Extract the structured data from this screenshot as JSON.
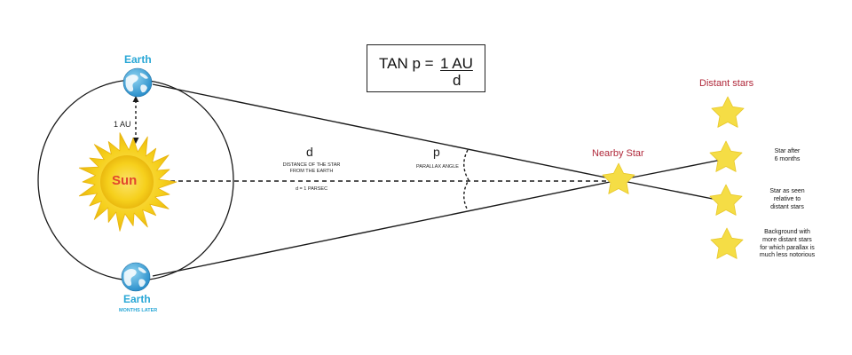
{
  "formula": {
    "left": "TAN p =",
    "numerator": "1 AU",
    "denominator": "d"
  },
  "earth_top": {
    "label": "Earth"
  },
  "earth_bottom": {
    "label": "Earth",
    "sublabel": "MONTHS LATER"
  },
  "au_label": "1 AU",
  "sun_label": "Sun",
  "distance": {
    "symbol": "d",
    "description_line1": "DISTANCE OF THE STAR",
    "description_line2": "FROM THE EARTH",
    "parsec": "d = 1 PARSEC"
  },
  "parallax": {
    "symbol": "p",
    "description": "PARALLAX ANGLE"
  },
  "nearby_star": {
    "label": "Nearby Star"
  },
  "distant_stars": {
    "title": "Distant stars",
    "notes": [
      {
        "lines": [
          "Star after",
          "6 months"
        ]
      },
      {
        "lines": [
          "Star as seen",
          "relative to",
          "distant stars"
        ]
      },
      {
        "lines": [
          "Background with",
          "more distant stars",
          "for which parallax is",
          "much less notorious"
        ]
      }
    ]
  },
  "colors": {
    "earth_label": "#29a7d6",
    "sun_label": "#e2462c",
    "sun_fill": "#f7d21e",
    "star_fill": "#f5dd45",
    "star_title": "#b0283a",
    "line": "#1a1a1a"
  }
}
